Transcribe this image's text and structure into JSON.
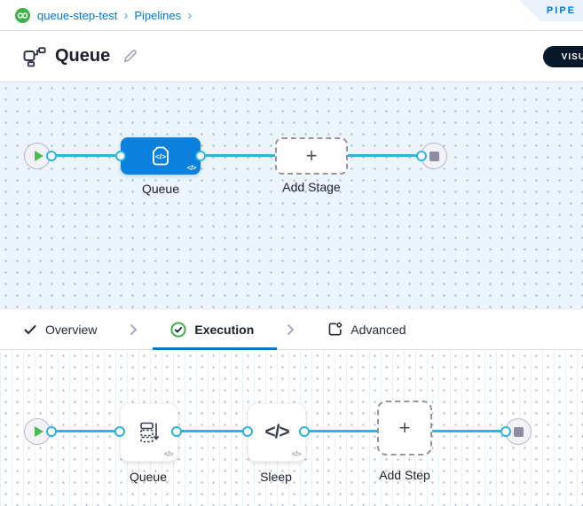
{
  "breadcrumb": {
    "project": "queue-step-test",
    "section": "Pipelines",
    "separator": "›",
    "project_icon": "infinity-link-avatar"
  },
  "corner_badge": {
    "label": "PIPE"
  },
  "header": {
    "title": "Queue",
    "pipeline_icon": "pipeline-flowchart-icon",
    "edit_icon": "pencil-icon",
    "view_toggle_label": "VISUAL"
  },
  "stage_canvas": {
    "start_node": "play-icon",
    "end_node": "stop-icon",
    "stage": {
      "label": "Queue",
      "icon": "custom-stage-code-icon",
      "code_glyph": "</>"
    },
    "add_stage": {
      "label": "Add Stage",
      "plus_glyph": "+"
    }
  },
  "tabs": {
    "overview_label": "Overview",
    "overview_icon": "check-icon",
    "execution_label": "Execution",
    "execution_icon": "check-circle-green-icon",
    "advanced_label": "Advanced",
    "advanced_icon": "template-gear-icon"
  },
  "execution_canvas": {
    "start_node": "play-icon",
    "end_node": "stop-icon",
    "step_queue": {
      "label": "Queue",
      "icon": "queue-stack-icon",
      "code_glyph": "</>"
    },
    "step_sleep": {
      "label": "Sleep",
      "icon_glyph": "</>",
      "code_glyph": "</>"
    },
    "add_step": {
      "label": "Add Step",
      "plus_glyph": "+"
    }
  },
  "colors": {
    "accent_blue": "#0278d5",
    "stage_node_blue": "#0b80dd",
    "connector_cyan": "#2cb6e8",
    "success_green": "#42b04a",
    "toggle_navy": "#07182b"
  }
}
